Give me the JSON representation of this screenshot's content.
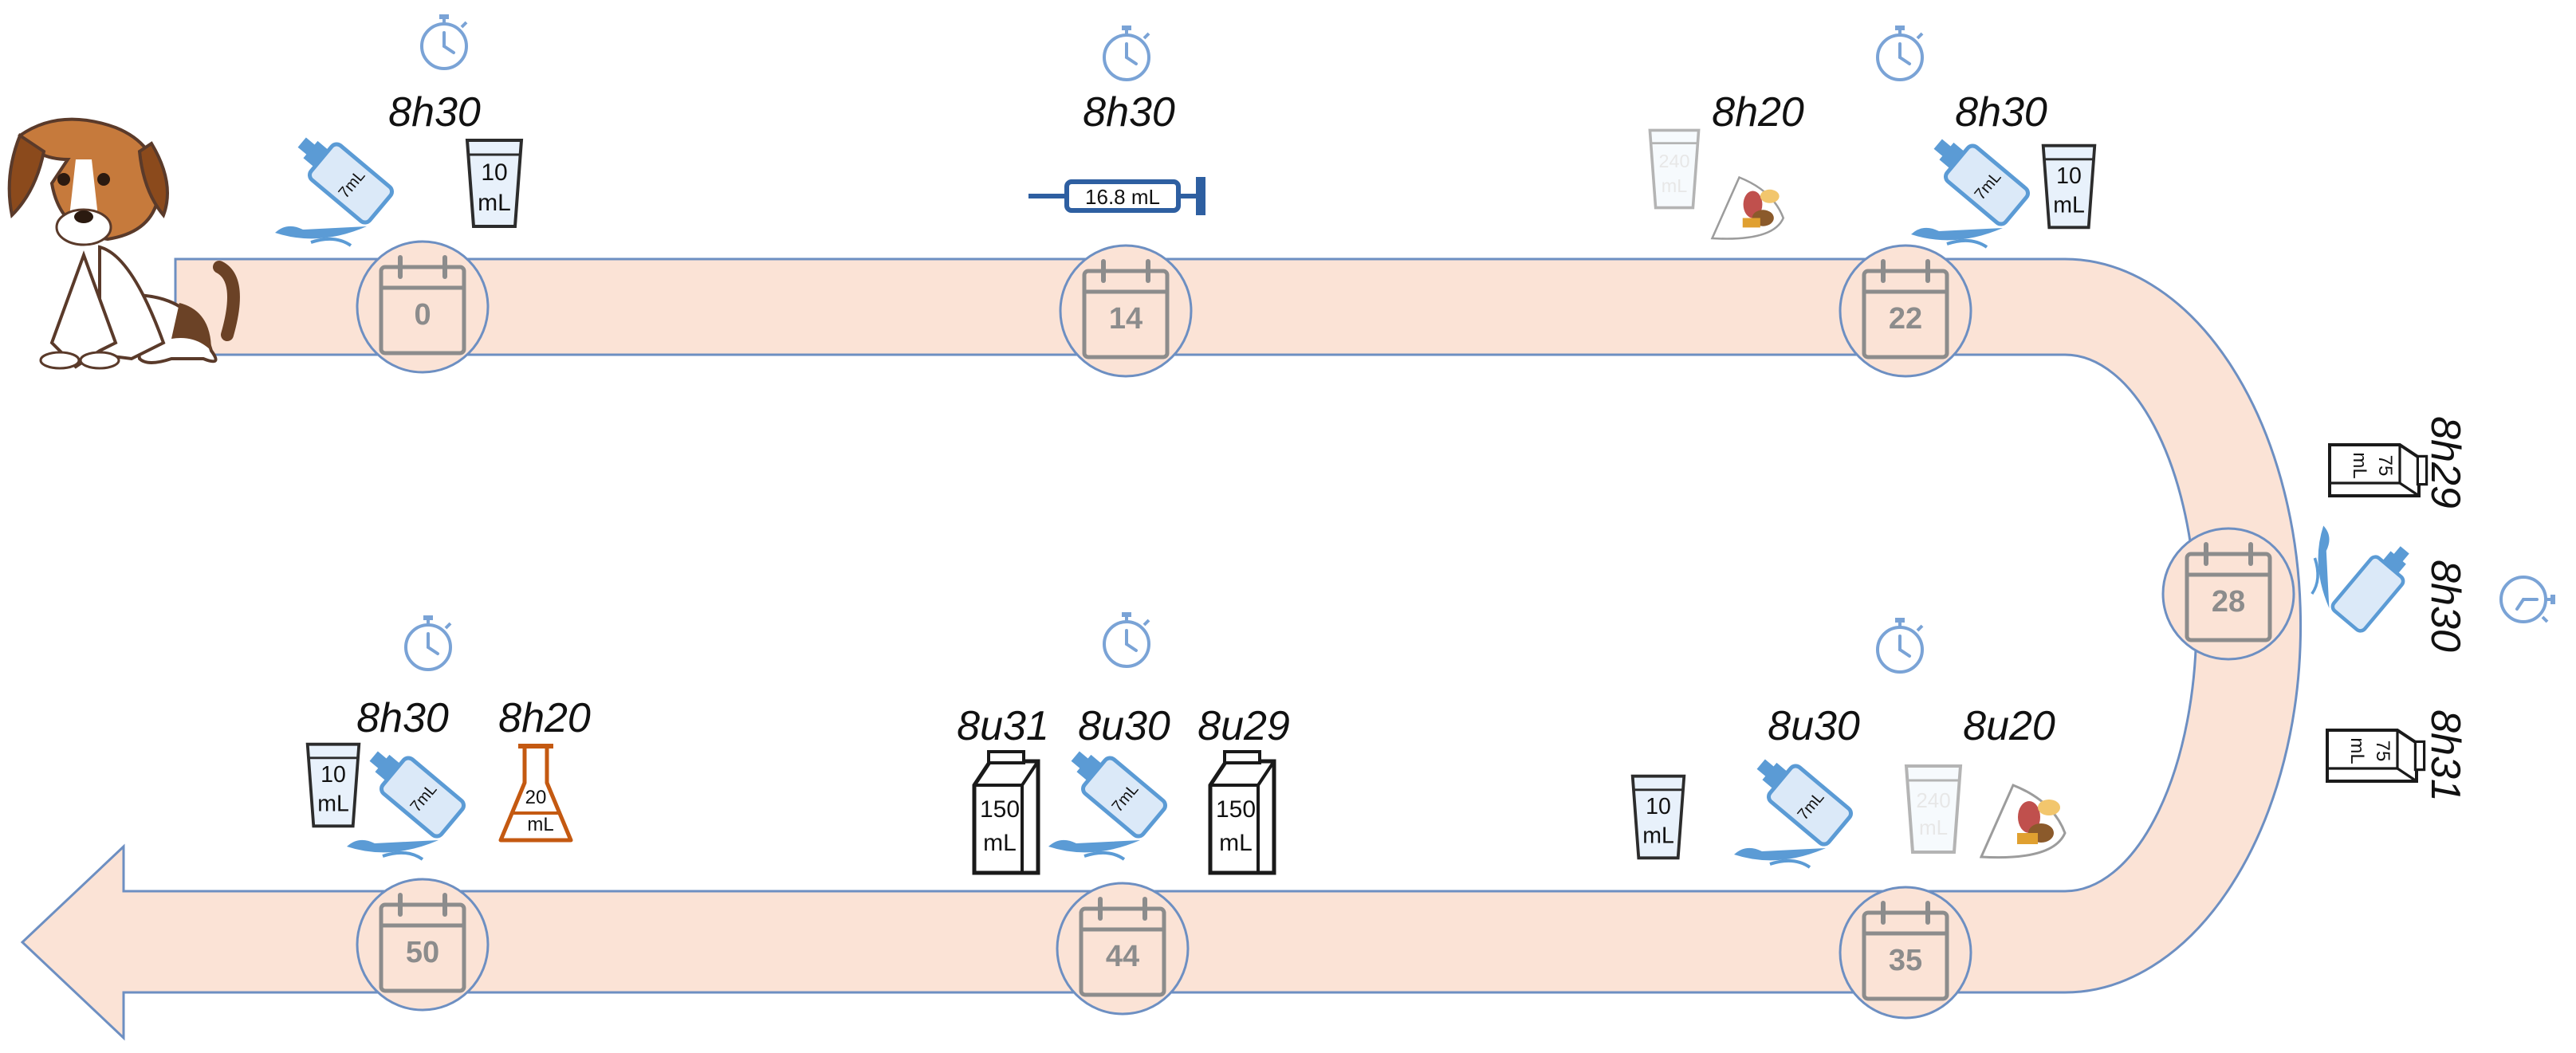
{
  "colors": {
    "track_fill": "#fbe3d6",
    "track_stroke": "#6d8fc2",
    "node_fill": "#fbe3d6",
    "calendar": "#8c8c8c",
    "clock": "#7aa3d6",
    "bottle": "#5b9bd5",
    "flask": "#c45911",
    "syringe": "#2e5fa1"
  },
  "days": {
    "d0": "0",
    "d14": "14",
    "d22": "22",
    "d28": "28",
    "d35": "35",
    "d44": "44",
    "d50": "50"
  },
  "times": {
    "d0_oral": "8h30",
    "d14_injection": "8h30",
    "d22_meal": "8h20",
    "d22_oral": "8h30",
    "d28_milk_before": "8h29",
    "d28_oral": "8h30",
    "d28_milk_after": "8h31",
    "d35_oral": "8u30",
    "d35_meal": "8u20",
    "d44_milk_after": "8u31",
    "d44_oral": "8u30",
    "d44_milk_before": "8u29",
    "d50_oral": "8h30",
    "d50_flask": "8h20"
  },
  "labels": {
    "bottle": "7mL",
    "water_num": "10",
    "water_unit": "mL",
    "syringe": "16.8 mL",
    "meal_glass_num": "240",
    "meal_glass_unit": "mL",
    "carton75_num": "75",
    "carton75_unit": "mL",
    "carton150_num": "150",
    "carton150_unit": "mL",
    "flask_num": "20",
    "flask_unit": "mL"
  }
}
